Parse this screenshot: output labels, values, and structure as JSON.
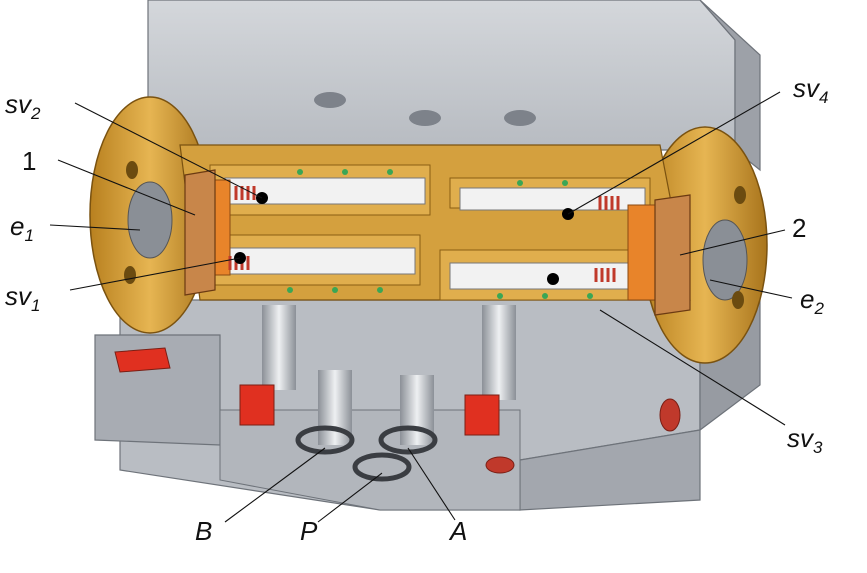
{
  "labels": {
    "sv2": {
      "base": "sv",
      "sub": "2"
    },
    "sv4": {
      "base": "sv",
      "sub": "4"
    },
    "sv1": {
      "base": "sv",
      "sub": "1"
    },
    "sv3": {
      "base": "sv",
      "sub": "3"
    },
    "e1": {
      "base": "e",
      "sub": "1"
    },
    "e2": {
      "base": "e",
      "sub": "2"
    },
    "part1": "1",
    "part2": "2",
    "portB": "B",
    "portP": "P",
    "portA": "A"
  },
  "colors": {
    "body_light": "#c9ccd1",
    "body_mid": "#a9adb4",
    "body_dark": "#7f848c",
    "brass": "#d9a441",
    "brass_dark": "#a8741c",
    "orange": "#e8842a",
    "spring_red": "#c0392b",
    "plug_red": "#e03020",
    "seal_green": "#3aa655",
    "spool_white": "#f2f2f2"
  }
}
